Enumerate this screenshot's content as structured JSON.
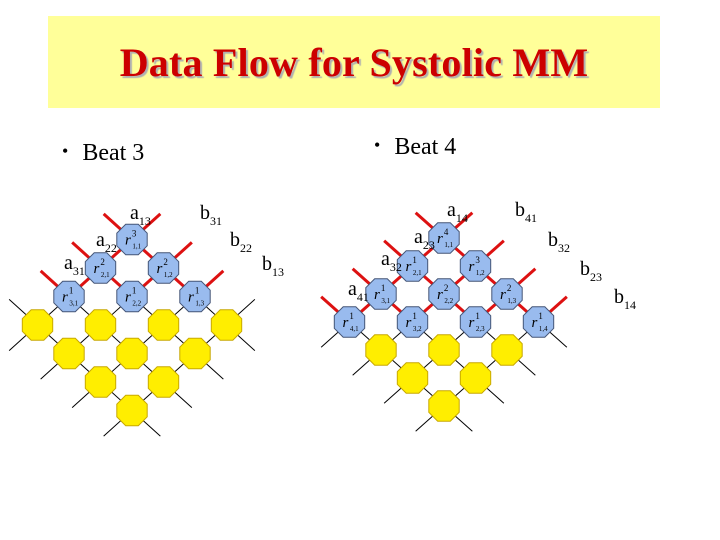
{
  "title": "Data Flow for Systolic MM",
  "bullets": [
    "Beat 3",
    "Beat 4"
  ],
  "colors": {
    "title": "#cc0000",
    "band": "#ffff99",
    "node_fill": "#ffee00",
    "node_stroke": "#c8a800",
    "computed_fill": "#99bbee",
    "edge_active": "#dd1111"
  },
  "panels": [
    {
      "label": "Beat 3",
      "inputs": [
        {
          "name": "a",
          "sub": "13"
        },
        {
          "name": "a",
          "sub": "22"
        },
        {
          "name": "a",
          "sub": "31"
        },
        {
          "name": "b",
          "sub": "31"
        },
        {
          "name": "b",
          "sub": "22"
        },
        {
          "name": "b",
          "sub": "13"
        }
      ],
      "results": [
        {
          "sup": "3",
          "sub": "1,1"
        },
        {
          "sup": "2",
          "sub": "2,1"
        },
        {
          "sup": "2",
          "sub": "1,2"
        },
        {
          "sup": "1",
          "sub": "3,1"
        },
        {
          "sup": "1",
          "sub": "2,2"
        },
        {
          "sup": "1",
          "sub": "1,3"
        }
      ]
    },
    {
      "label": "Beat 4",
      "inputs": [
        {
          "name": "a",
          "sub": "14"
        },
        {
          "name": "a",
          "sub": "23"
        },
        {
          "name": "a",
          "sub": "32"
        },
        {
          "name": "a",
          "sub": "41"
        },
        {
          "name": "b",
          "sub": "41"
        },
        {
          "name": "b",
          "sub": "32"
        },
        {
          "name": "b",
          "sub": "23"
        },
        {
          "name": "b",
          "sub": "14"
        }
      ],
      "results": [
        {
          "sup": "4",
          "sub": "1,1"
        },
        {
          "sup": "1",
          "sub": "2,1"
        },
        {
          "sup": "3",
          "sub": "1,2"
        },
        {
          "sup": "1",
          "sub": "3,1"
        },
        {
          "sup": "2",
          "sub": "2,2"
        },
        {
          "sup": "2",
          "sub": "1,3"
        },
        {
          "sup": "1",
          "sub": "4,1"
        },
        {
          "sup": "1",
          "sub": "3,2"
        },
        {
          "sup": "1",
          "sub": "2,3"
        },
        {
          "sup": "1",
          "sub": "1,4"
        }
      ]
    }
  ]
}
